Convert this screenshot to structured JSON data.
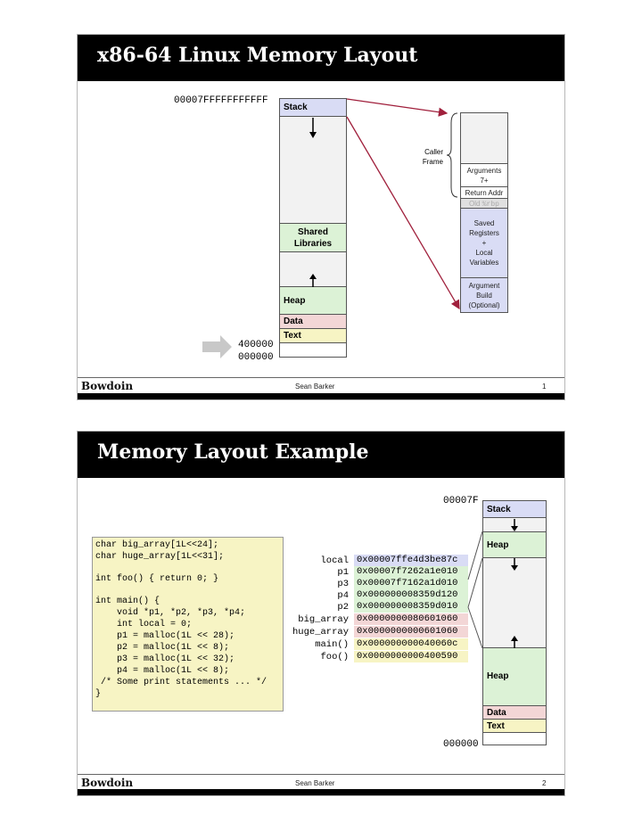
{
  "slide1": {
    "title": "x86-64 Linux Memory Layout",
    "top_address": "00007FFFFFFFFFFF",
    "bottom_address_1": "400000",
    "bottom_address_2": "000000",
    "regions": {
      "stack": "Stack",
      "shared_libraries_1": "Shared",
      "shared_libraries_2": "Libraries",
      "heap": "Heap",
      "data": "Data",
      "text": "Text"
    },
    "frame": {
      "caller_frame_1": "Caller",
      "caller_frame_2": "Frame",
      "arguments_1": "Arguments",
      "arguments_2": "7+",
      "return_addr": "Return Addr",
      "old_rbp_1": "Old",
      "old_rbp_2": "%rbp",
      "saved_1": "Saved",
      "saved_2": "Registers",
      "saved_3": "+",
      "saved_4": "Local",
      "saved_5": "Variables",
      "argbuild_1": "Argument",
      "argbuild_2": "Build",
      "argbuild_3": "(Optional)"
    },
    "footer": {
      "logo": "Bowdoin",
      "author": "Sean Barker",
      "page": "1"
    }
  },
  "slide2": {
    "title": "Memory Layout Example",
    "top_address": "00007F",
    "bottom_address": "000000",
    "code_lines": [
      "char big_array[1L<<24];",
      "char huge_array[1L<<31];",
      "",
      "int foo() { return 0; }",
      "",
      "int main() {",
      "    void *p1, *p2, *p3, *p4;",
      "    int local = 0;",
      "    p1 = malloc(1L << 28);",
      "    p2 = malloc(1L << 8);",
      "    p3 = malloc(1L << 32);",
      "    p4 = malloc(1L << 8);",
      " /* Some print statements ... */",
      "}"
    ],
    "variables": [
      {
        "name": "local",
        "addr": "0x00007ffe4d3be87c",
        "color": "#d9dcf5"
      },
      {
        "name": "p1",
        "addr": "0x00007f7262a1e010",
        "color": "#dcf2d6"
      },
      {
        "name": "p3",
        "addr": "0x00007f7162a1d010",
        "color": "#dcf2d6"
      },
      {
        "name": "p4",
        "addr": "0x000000008359d120",
        "color": "#dcf2d6"
      },
      {
        "name": "p2",
        "addr": "0x000000008359d010",
        "color": "#dcf2d6"
      },
      {
        "name": "big_array",
        "addr": "0x0000000080601060",
        "color": "#f3d6d6"
      },
      {
        "name": "huge_array",
        "addr": "0x0000000000601060",
        "color": "#f3d6d6"
      },
      {
        "name": "main()",
        "addr": "0x000000000040060c",
        "color": "#f7f4c4"
      },
      {
        "name": "foo()",
        "addr": "0x0000000000400590",
        "color": "#f7f4c4"
      }
    ],
    "regions": {
      "stack": "Stack",
      "heap_top": "Heap",
      "heap_bottom": "Heap",
      "data": "Data",
      "text": "Text"
    },
    "footer": {
      "logo": "Bowdoin",
      "author": "Sean Barker",
      "page": "2"
    }
  },
  "colors": {
    "stack": "#d9dcf5",
    "heap": "#dcf2d6",
    "data": "#f3d6d6",
    "text": "#f7f4c4",
    "empty": "#f2f2f2",
    "arrow": "#a0203c"
  }
}
